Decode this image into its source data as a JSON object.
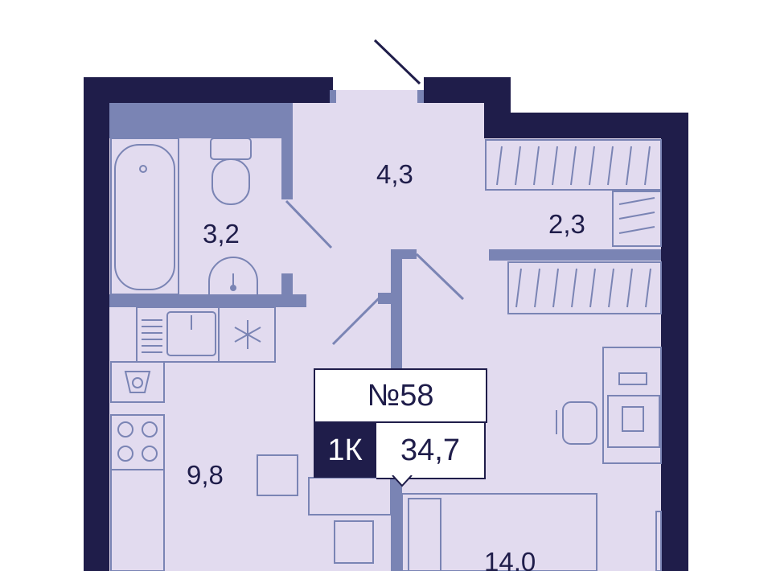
{
  "colors": {
    "wall": "#1f1d4a",
    "floor": "#e2dbef",
    "partition": "#7a84b4",
    "fixture": "#7a84b4"
  },
  "rooms": {
    "hallway": "4,3",
    "bathroom": "3,2",
    "wardrobe": "2,3",
    "kitchen": "9,8",
    "living_room": "14,0"
  },
  "apartment": {
    "number": "№58",
    "type": "1К",
    "total_area": "34,7"
  },
  "icons": {
    "bathtub": "bathtub-icon",
    "toilet": "toilet-icon",
    "sink": "sink-icon",
    "fridge": "snowflake-icon",
    "washer": "washing-machine-icon",
    "stove": "stove-icon",
    "desk": "desk-icon",
    "chair": "chair-icon",
    "bed": "bed-icon"
  }
}
